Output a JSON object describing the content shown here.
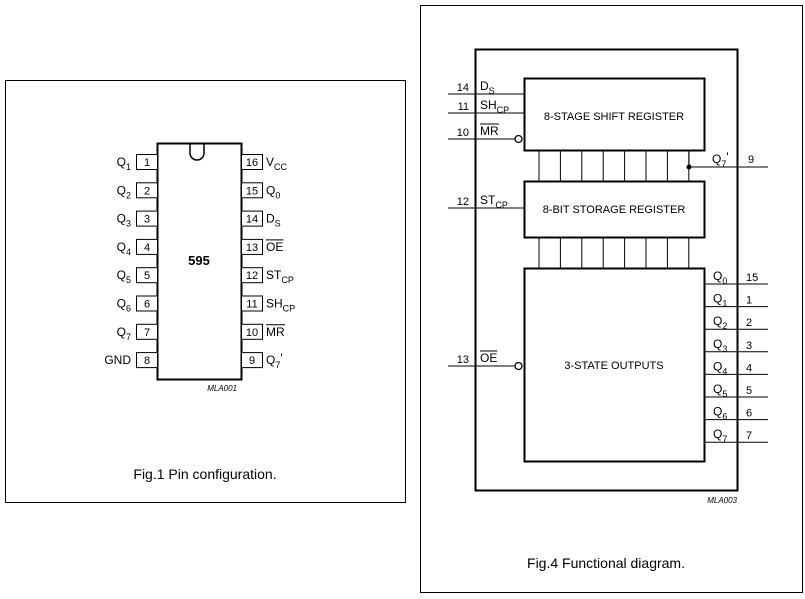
{
  "fig1": {
    "chip_name": "595",
    "code": "MLA001",
    "caption": "Fig.1  Pin configuration.",
    "left_pins": [
      {
        "num": "1",
        "name": "Q",
        "sub": "1",
        "over": false,
        "suffix": ""
      },
      {
        "num": "2",
        "name": "Q",
        "sub": "2",
        "over": false,
        "suffix": ""
      },
      {
        "num": "3",
        "name": "Q",
        "sub": "3",
        "over": false,
        "suffix": ""
      },
      {
        "num": "4",
        "name": "Q",
        "sub": "4",
        "over": false,
        "suffix": ""
      },
      {
        "num": "5",
        "name": "Q",
        "sub": "5",
        "over": false,
        "suffix": ""
      },
      {
        "num": "6",
        "name": "Q",
        "sub": "6",
        "over": false,
        "suffix": ""
      },
      {
        "num": "7",
        "name": "Q",
        "sub": "7",
        "over": false,
        "suffix": ""
      },
      {
        "num": "8",
        "name": "GND",
        "sub": "",
        "over": false,
        "suffix": ""
      }
    ],
    "right_pins": [
      {
        "num": "16",
        "name": "V",
        "sub": "CC",
        "over": false,
        "suffix": ""
      },
      {
        "num": "15",
        "name": "Q",
        "sub": "0",
        "over": false,
        "suffix": ""
      },
      {
        "num": "14",
        "name": "D",
        "sub": "S",
        "over": false,
        "suffix": ""
      },
      {
        "num": "13",
        "name": "OE",
        "sub": "",
        "over": true,
        "suffix": ""
      },
      {
        "num": "12",
        "name": "ST",
        "sub": "CP",
        "over": false,
        "suffix": ""
      },
      {
        "num": "11",
        "name": "SH",
        "sub": "CP",
        "over": false,
        "suffix": ""
      },
      {
        "num": "10",
        "name": "MR",
        "sub": "",
        "over": true,
        "suffix": ""
      },
      {
        "num": "9",
        "name": "Q",
        "sub": "7",
        "over": false,
        "suffix": "'"
      }
    ]
  },
  "fig4": {
    "code": "MLA003",
    "caption": "Fig.4  Functional diagram.",
    "shift_register": "8-STAGE SHIFT REGISTER",
    "storage_register": "8-BIT STORAGE REGISTER",
    "outputs_block": "3-STATE OUTPUTS",
    "inputs": [
      {
        "num": "14",
        "name": "D",
        "sub": "S",
        "over": false
      },
      {
        "num": "11",
        "name": "SH",
        "sub": "CP",
        "over": false
      },
      {
        "num": "10",
        "name": "MR",
        "sub": "",
        "over": true
      },
      {
        "num": "12",
        "name": "ST",
        "sub": "CP",
        "over": false
      },
      {
        "num": "13",
        "name": "OE",
        "sub": "",
        "over": true
      }
    ],
    "serial_out": {
      "num": "9",
      "name": "Q",
      "sub": "7",
      "suffix": "'"
    },
    "outputs": [
      {
        "num": "15",
        "name": "Q",
        "sub": "0"
      },
      {
        "num": "1",
        "name": "Q",
        "sub": "1"
      },
      {
        "num": "2",
        "name": "Q",
        "sub": "2"
      },
      {
        "num": "3",
        "name": "Q",
        "sub": "3"
      },
      {
        "num": "4",
        "name": "Q",
        "sub": "4"
      },
      {
        "num": "5",
        "name": "Q",
        "sub": "5"
      },
      {
        "num": "6",
        "name": "Q",
        "sub": "6"
      },
      {
        "num": "7",
        "name": "Q",
        "sub": "7"
      }
    ]
  }
}
